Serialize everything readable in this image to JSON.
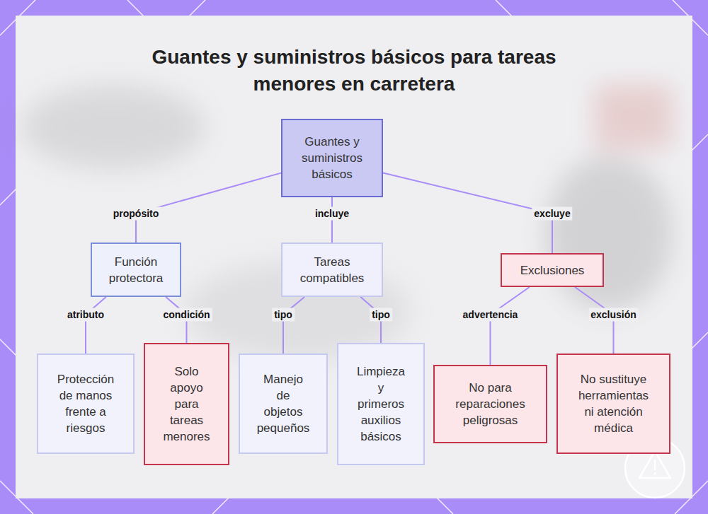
{
  "diagram": {
    "title": "Guantes y suministros básicos para tareas menores en carretera",
    "nodes": [
      {
        "text": [
          "Guantes y suministros básicos"
        ]
      },
      {
        "text": [
          "Función protectora"
        ]
      },
      {
        "text": [
          "Tareas compatibles"
        ]
      },
      {
        "text": [
          "Exclusiones"
        ]
      },
      {
        "text": [
          "Protección de manos frente a riesgos"
        ]
      },
      {
        "text": [
          "Solo apoyo para tareas menores"
        ]
      },
      {
        "text": [
          "Manejo de objetos pequeños"
        ]
      },
      {
        "text": [
          "Limpieza y primeros auxilios básicos"
        ]
      },
      {
        "text": [
          "No para reparaciones peligrosas"
        ]
      },
      {
        "text": [
          "No sustituye herramientas ni atención médica"
        ]
      }
    ],
    "edges": [
      {
        "from": 0,
        "to": 1,
        "label": "propósito",
        "arrow": "none"
      },
      {
        "from": 0,
        "to": 2,
        "label": "incluye",
        "arrow": "none"
      },
      {
        "from": 0,
        "to": 3,
        "label": "excluye",
        "arrow": "none"
      },
      {
        "from": 1,
        "to": 4,
        "label": "atributo",
        "arrow": "none"
      },
      {
        "from": 1,
        "to": 5,
        "label": "condición",
        "arrow": "none"
      },
      {
        "from": 2,
        "to": 6,
        "label": "tipo",
        "arrow": "none"
      },
      {
        "from": 2,
        "to": 7,
        "label": "tipo",
        "arrow": "none"
      },
      {
        "from": 3,
        "to": 8,
        "label": "advertencia",
        "arrow": "none"
      },
      {
        "from": 3,
        "to": 9,
        "label": "exclusión",
        "arrow": "none"
      }
    ]
  }
}
